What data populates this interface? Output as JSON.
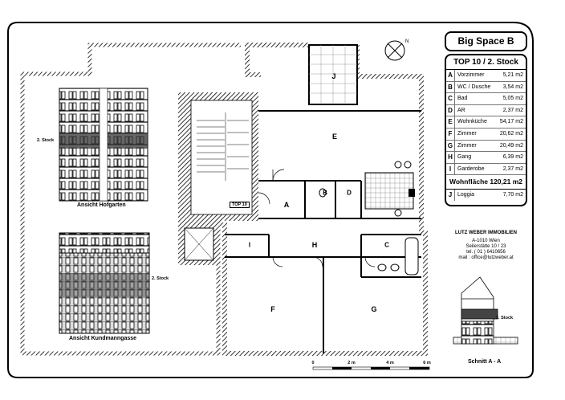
{
  "title": "Big Space B",
  "unit_table": {
    "heading": "TOP 10 / 2. Stock",
    "rooms": [
      {
        "key": "A",
        "name": "Vorzimmer",
        "area": "5,21 m2"
      },
      {
        "key": "B",
        "name": "WC / Dusche",
        "area": "3,54 m2"
      },
      {
        "key": "C",
        "name": "Bad",
        "area": "5,05 m2"
      },
      {
        "key": "D",
        "name": "AR",
        "area": "2,37 m2"
      },
      {
        "key": "E",
        "name": "Wohnküche",
        "area": "54,17 m2"
      },
      {
        "key": "F",
        "name": "Zimmer",
        "area": "20,62 m2"
      },
      {
        "key": "G",
        "name": "Zimmer",
        "area": "20,49 m2"
      },
      {
        "key": "H",
        "name": "Gang",
        "area": "6,39 m2"
      },
      {
        "key": "I",
        "name": "Garderobe",
        "area": "2,37 m2"
      }
    ],
    "total": "Wohnfläche 120,21 m2",
    "extra": {
      "key": "J",
      "name": "Loggia",
      "area": "7,70 m2"
    }
  },
  "company": {
    "name": "LUTZ WEBER IMMOBILIEN",
    "lines": [
      "A-1010 Wien",
      "Seilerstätte 10 / 23",
      "tel. ( 01 ) 6410656",
      "mail : office@lutzweber.at"
    ]
  },
  "section": {
    "caption": "Schnitt A - A",
    "floor_label": "2. Stock"
  },
  "elevations": {
    "courtyard": {
      "caption": "Ansicht Hofgarten",
      "floor_label": "2. Stock"
    },
    "street": {
      "caption": "Ansicht Kundmanngasse",
      "floor_label": "2. Stock"
    }
  },
  "plan": {
    "unit_tag": "TOP 10",
    "room_letters": {
      "A": "A",
      "B": "B",
      "C": "C",
      "D": "D",
      "E": "E",
      "F": "F",
      "G": "G",
      "H": "H",
      "I": "I",
      "J": "J"
    }
  },
  "scale_bar": {
    "ticks": [
      "0",
      "2 m",
      "4 m",
      "6 m"
    ]
  }
}
